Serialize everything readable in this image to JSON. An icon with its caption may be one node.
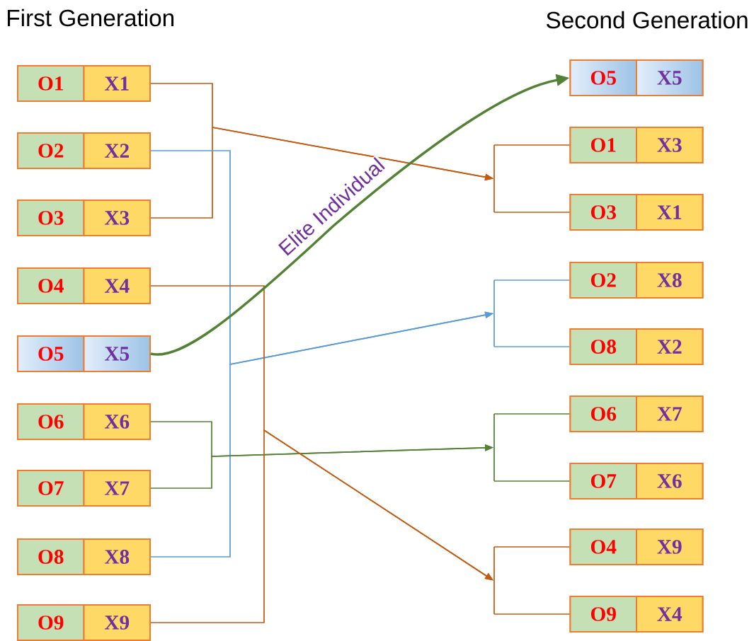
{
  "diagram": {
    "nodes": [
      {
        "text": [
          "O1",
          "X1"
        ]
      },
      {
        "text": [
          "O2",
          "X2"
        ]
      },
      {
        "text": [
          "O3",
          "X3"
        ]
      },
      {
        "text": [
          "O4",
          "X4"
        ]
      },
      {
        "text": [
          "O5",
          "X5"
        ]
      },
      {
        "text": [
          "O6",
          "X6"
        ]
      },
      {
        "text": [
          "O7",
          "X7"
        ]
      },
      {
        "text": [
          "O8",
          "X8"
        ]
      },
      {
        "text": [
          "O9",
          "X9"
        ]
      },
      {
        "text": [
          "O5",
          "X5"
        ]
      },
      {
        "text": [
          "O1",
          "X3"
        ]
      },
      {
        "text": [
          "O3",
          "X1"
        ]
      },
      {
        "text": [
          "O2",
          "X8"
        ]
      },
      {
        "text": [
          "O8",
          "X2"
        ]
      },
      {
        "text": [
          "O6",
          "X7"
        ]
      },
      {
        "text": [
          "O7",
          "X6"
        ]
      },
      {
        "text": [
          "O4",
          "X9"
        ]
      },
      {
        "text": [
          "O9",
          "X4"
        ]
      },
      {
        "text": [],
        "shape": "bracket"
      },
      {
        "text": [],
        "shape": "bracket"
      },
      {
        "text": [],
        "shape": "bracket"
      },
      {
        "text": [],
        "shape": "bracket"
      }
    ],
    "edges": [
      {
        "from": 0,
        "to": 18,
        "arrow": "to"
      },
      {
        "from": 2,
        "to": 18,
        "arrow": "to"
      },
      {
        "from": 1,
        "to": 19,
        "arrow": "to",
        "color": "#5b9bd5"
      },
      {
        "from": 7,
        "to": 19,
        "arrow": "to",
        "color": "#5b9bd5"
      },
      {
        "from": 5,
        "to": 20,
        "arrow": "to",
        "color": "#548235"
      },
      {
        "from": 6,
        "to": 20,
        "arrow": "to",
        "color": "#548235"
      },
      {
        "from": 3,
        "to": 21,
        "arrow": "to"
      },
      {
        "from": 8,
        "to": 21,
        "arrow": "to"
      },
      {
        "from": 18,
        "to": 10,
        "arrow": "none"
      },
      {
        "from": 18,
        "to": 11,
        "arrow": "none"
      },
      {
        "from": 19,
        "to": 12,
        "arrow": "none",
        "color": "#5b9bd5"
      },
      {
        "from": 19,
        "to": 13,
        "arrow": "none",
        "color": "#5b9bd5"
      },
      {
        "from": 20,
        "to": 14,
        "arrow": "none",
        "color": "#548235"
      },
      {
        "from": 20,
        "to": 15,
        "arrow": "none",
        "color": "#548235"
      },
      {
        "from": 21,
        "to": 16,
        "arrow": "none"
      },
      {
        "from": 21,
        "to": 17,
        "arrow": "none"
      },
      {
        "from": 4,
        "to": 9,
        "arrow": "to",
        "label": "Elite Individual",
        "style": "thick",
        "color": "#548235"
      }
    ],
    "labels": [
      "First Generation",
      "Second Generation"
    ]
  }
}
